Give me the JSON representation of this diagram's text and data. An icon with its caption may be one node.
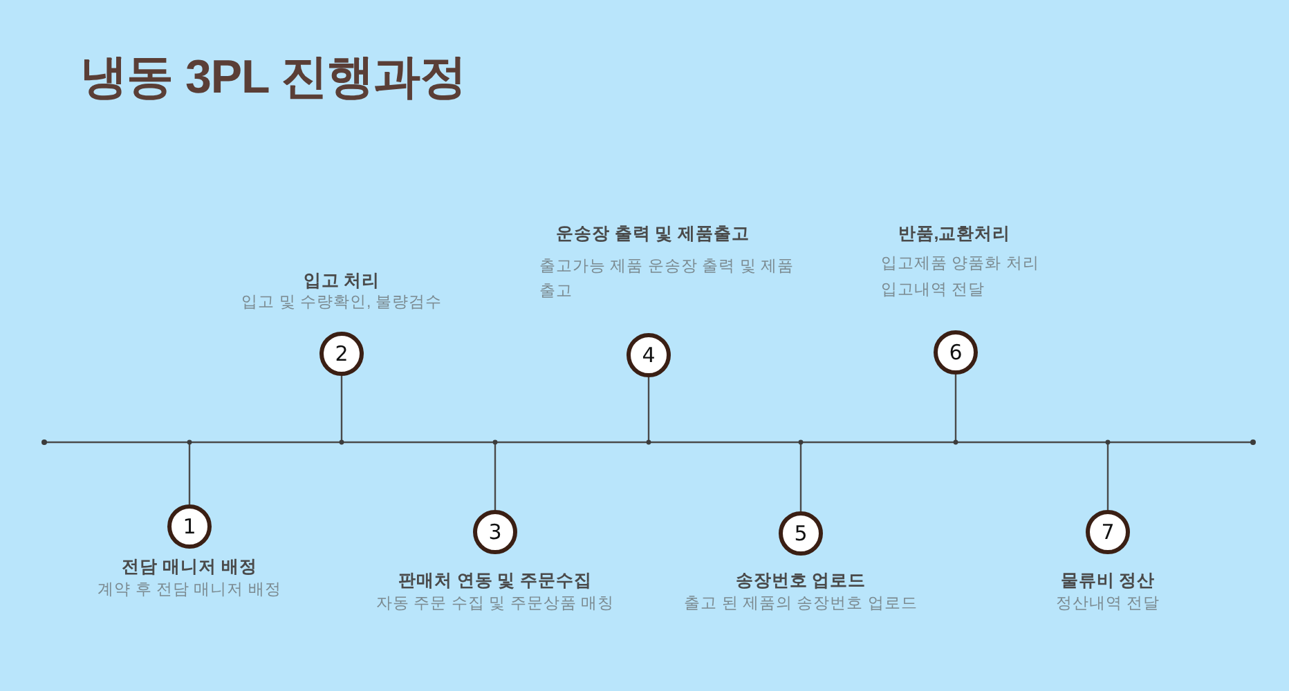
{
  "diagram": {
    "title": "냉동 3PL 진행과정",
    "nodes": [
      {
        "text": [
          "1"
        ],
        "beside": [
          "전담 매니저 배정",
          "계약 후 전담 매니저 배정"
        ]
      },
      {
        "text": [
          "2"
        ],
        "beside": [
          "입고 처리",
          "입고 및 수량확인, 불량검수"
        ]
      },
      {
        "text": [
          "3"
        ],
        "beside": [
          "판매처 연동 및 주문수집",
          "자동 주문 수집 및 주문상품 매칭"
        ]
      },
      {
        "text": [
          "4"
        ],
        "beside": [
          "운송장 출력 및 제품출고",
          "출고가능 제품 운송장 출력 및 제품 출고"
        ]
      },
      {
        "text": [
          "5"
        ],
        "beside": [
          "송장번호 업로드",
          "출고 된 제품의 송장번호 업로드"
        ]
      },
      {
        "text": [
          "6"
        ],
        "beside": [
          "반품,교환처리",
          "입고제품 양품화 처리",
          "입고내역 전달"
        ]
      },
      {
        "text": [
          "7"
        ],
        "beside": [
          "물류비 정산",
          "정산내역 전달"
        ]
      },
      {
        "text": [],
        "shape": "bar"
      }
    ],
    "edges": [
      {
        "from": 0,
        "to": 7,
        "arrow": "none"
      },
      {
        "from": 1,
        "to": 7,
        "arrow": "none"
      },
      {
        "from": 2,
        "to": 7,
        "arrow": "none"
      },
      {
        "from": 3,
        "to": 7,
        "arrow": "none"
      },
      {
        "from": 4,
        "to": 7,
        "arrow": "none"
      },
      {
        "from": 5,
        "to": 7,
        "arrow": "none"
      },
      {
        "from": 6,
        "to": 7,
        "arrow": "none"
      }
    ]
  }
}
